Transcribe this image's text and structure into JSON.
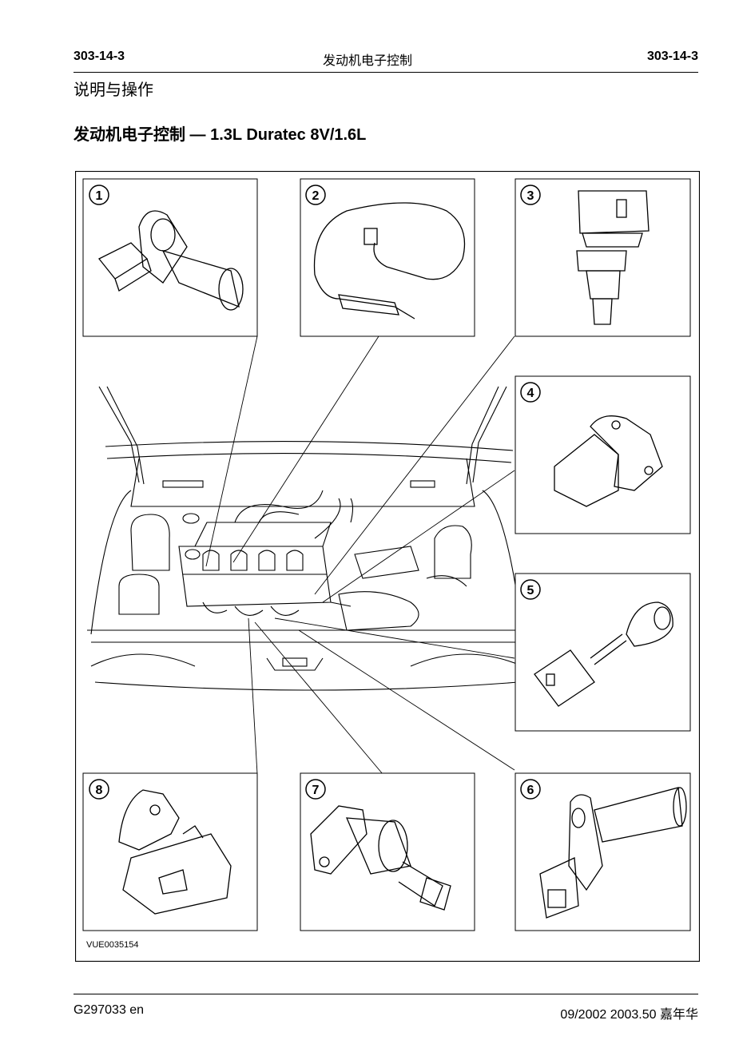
{
  "header": {
    "code_left": "303-14-3",
    "title": "发动机电子控制",
    "code_right": "303-14-3"
  },
  "section": "说明与操作",
  "page_title": "发动机电子控制 — 1.3L Duratec 8V/1.6L",
  "figure": {
    "callouts": [
      "1",
      "2",
      "3",
      "4",
      "5",
      "6",
      "7",
      "8"
    ],
    "ref_id": "VUE0035154"
  },
  "footer": {
    "doc_id": "G297033 en",
    "date_info": "09/2002 2003.50 嘉年华"
  }
}
